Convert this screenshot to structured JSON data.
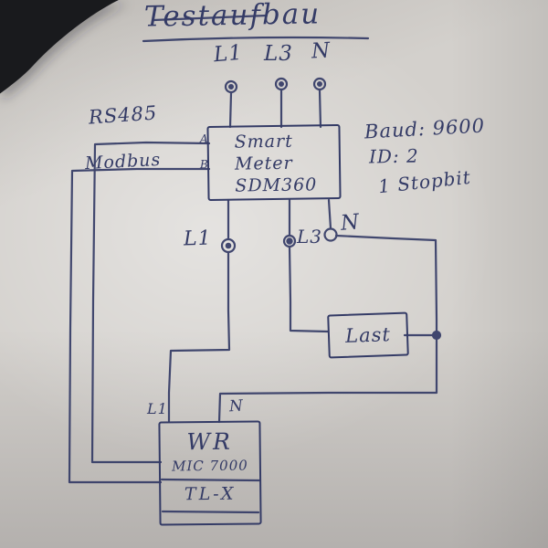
{
  "colors": {
    "ink": "#343b66",
    "paper": "#d3d0cc",
    "cable": "#191a1d"
  },
  "title": "Testaufbau",
  "top_labels": {
    "l1": "L1",
    "l3": "L3",
    "n": "N"
  },
  "bus": {
    "protocol": "RS485",
    "label": "Modbus"
  },
  "meter": {
    "name_line1": "Smart",
    "name_line2": "Meter",
    "name_line3": "SDM360",
    "port_a": "A",
    "port_b": "B"
  },
  "comm_settings": {
    "baud": "Baud: 9600",
    "id": "ID:  2",
    "stopbit": "1 Stopbit"
  },
  "meter_outputs": {
    "l1": "L1",
    "l3": "L3",
    "n": "N"
  },
  "load": {
    "label": "Last"
  },
  "inverter": {
    "name": "WR",
    "model": "MIC 7000",
    "series": "TL-X",
    "input_l1": "L1",
    "input_n": "N"
  }
}
